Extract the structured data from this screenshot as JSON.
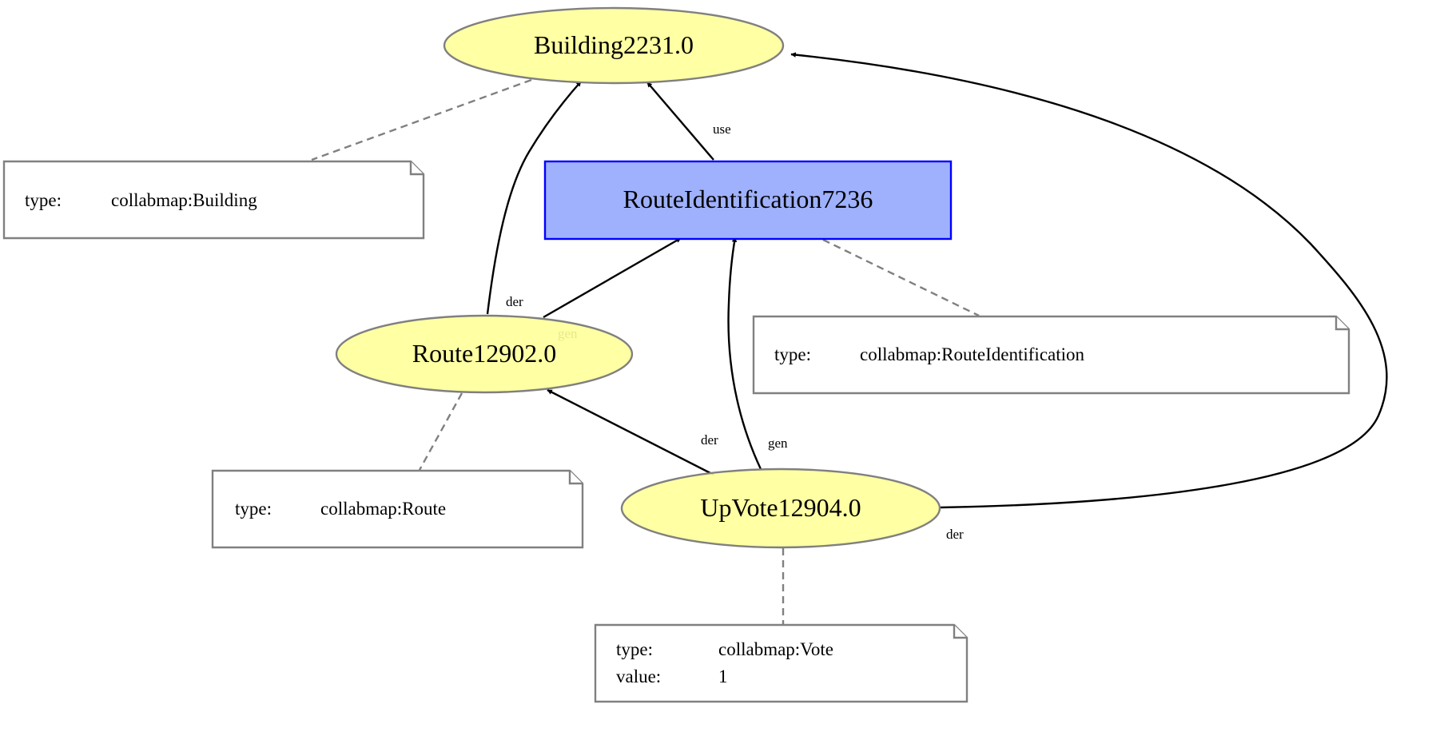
{
  "nodes": {
    "building": {
      "label": "Building2231.0"
    },
    "route_identification": {
      "label": "RouteIdentification7236"
    },
    "route": {
      "label": "Route12902.0"
    },
    "upvote": {
      "label": "UpVote12904.0"
    }
  },
  "edges": {
    "use": "use",
    "route_der": "der",
    "route_gen": "gen",
    "upvote_der_route": "der",
    "upvote_gen": "gen",
    "upvote_der_building": "der"
  },
  "notes": {
    "building": {
      "rows": [
        {
          "key": "type:",
          "value": "collabmap:Building"
        }
      ]
    },
    "route_identification": {
      "rows": [
        {
          "key": "type:",
          "value": "collabmap:RouteIdentification"
        }
      ]
    },
    "route": {
      "rows": [
        {
          "key": "type:",
          "value": "collabmap:Route"
        }
      ]
    },
    "upvote": {
      "rows": [
        {
          "key": "type:",
          "value": "collabmap:Vote"
        },
        {
          "key": "value:",
          "value": "1"
        }
      ]
    }
  },
  "colors": {
    "entity_fill": "#ffff99",
    "activity_fill": "#9fb1fc",
    "activity_stroke": "#0000ff",
    "note_stroke": "#808080"
  }
}
